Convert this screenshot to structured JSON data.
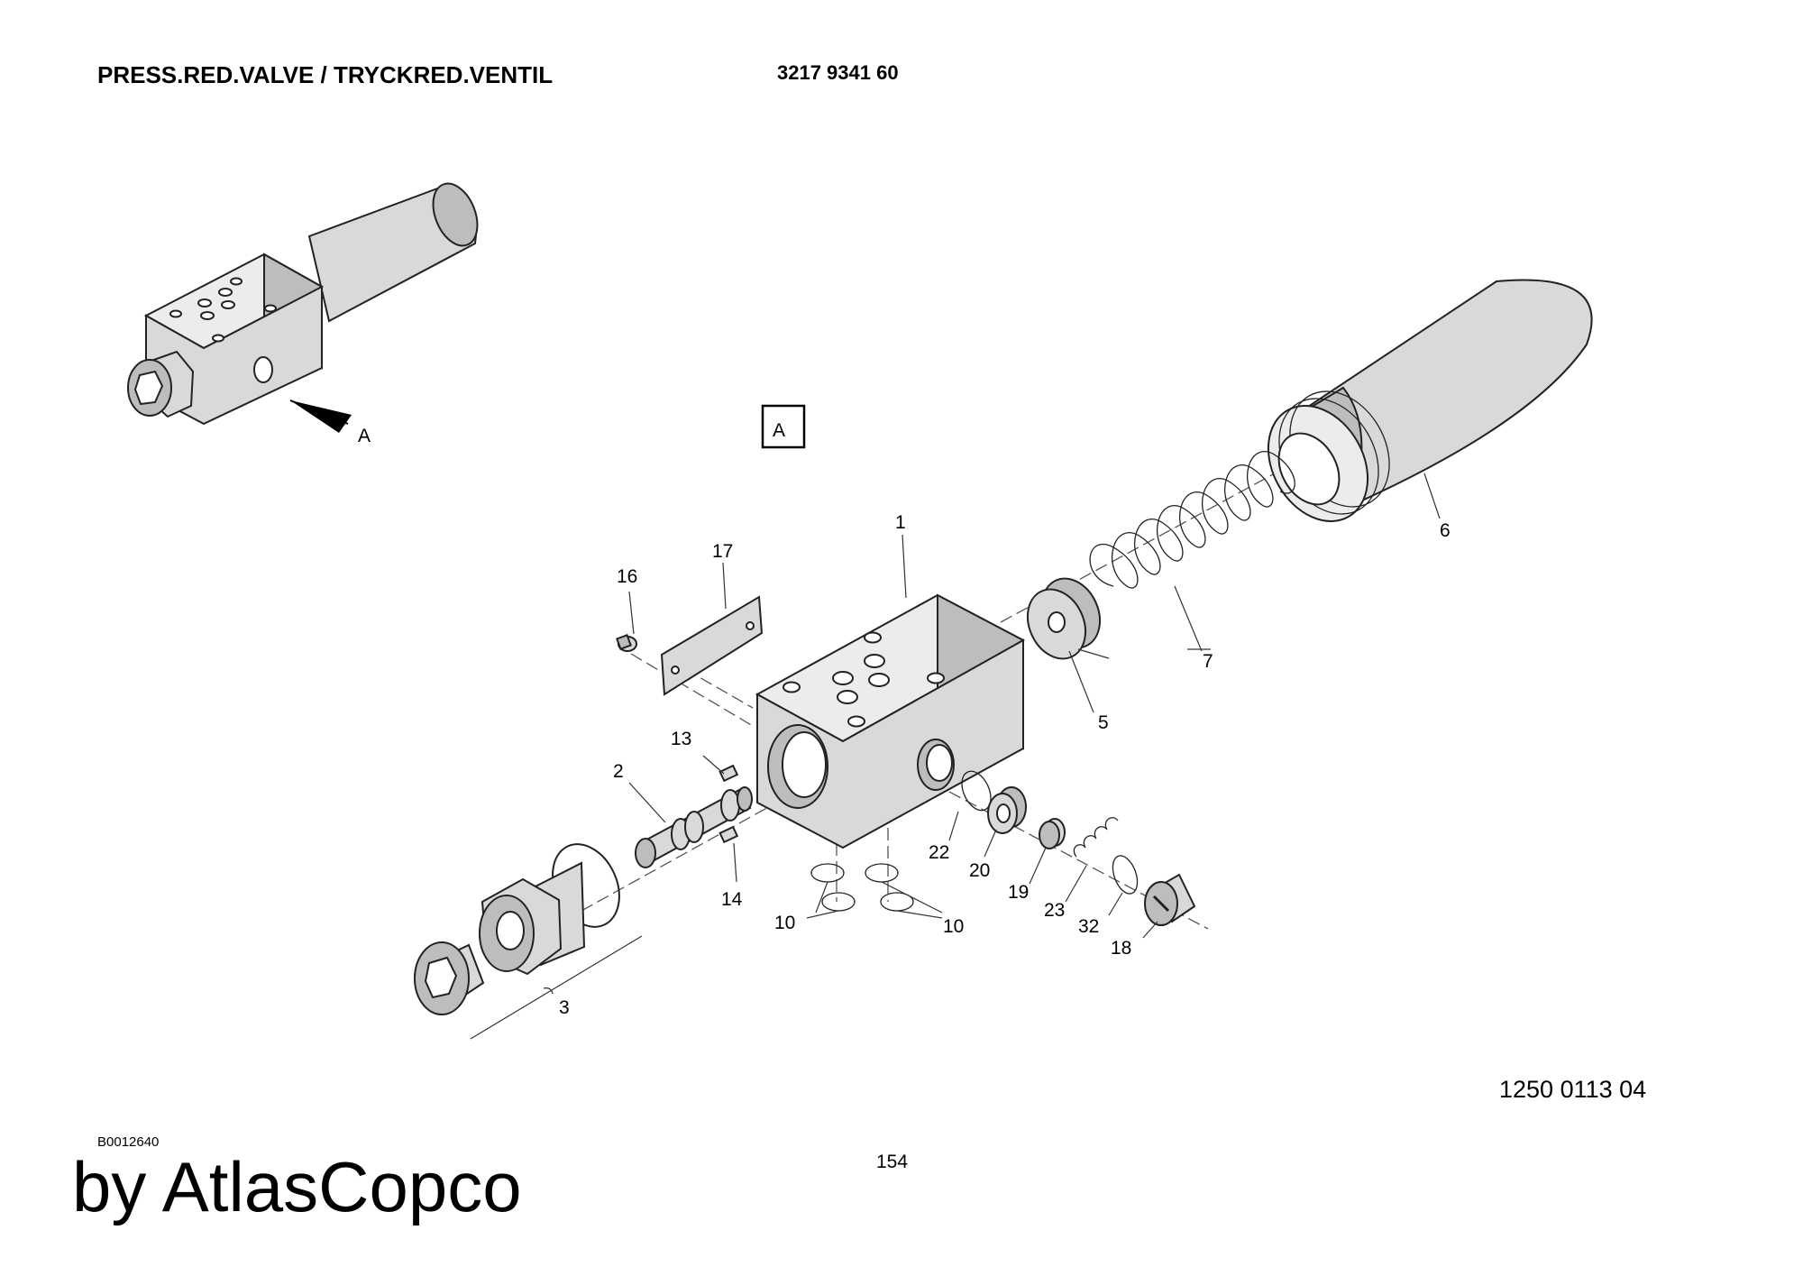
{
  "header": {
    "title": "PRESS.RED.VALVE / TRYCKRED.VENTIL",
    "part_number": "3217 9341 60"
  },
  "diagram": {
    "view_label": "A",
    "view_arrow_label": "A",
    "callouts": {
      "c1": "1",
      "c2": "2",
      "c3": "3",
      "c5": "5",
      "c6": "6",
      "c7": "7",
      "c10a": "10",
      "c10b": "10",
      "c13": "13",
      "c14": "14",
      "c16": "16",
      "c17": "17",
      "c18": "18",
      "c19": "19",
      "c20": "20",
      "c22": "22",
      "c23": "23",
      "c32": "32"
    }
  },
  "footer": {
    "drawing_number": "1250 0113 04",
    "reference_code": "B0012640",
    "page_number": "154",
    "brand": "by AtlasCopco"
  },
  "colors": {
    "part_fill": "#d9d9d9",
    "part_shade": "#bdbdbd",
    "part_light": "#ececec",
    "outline": "#222222"
  }
}
